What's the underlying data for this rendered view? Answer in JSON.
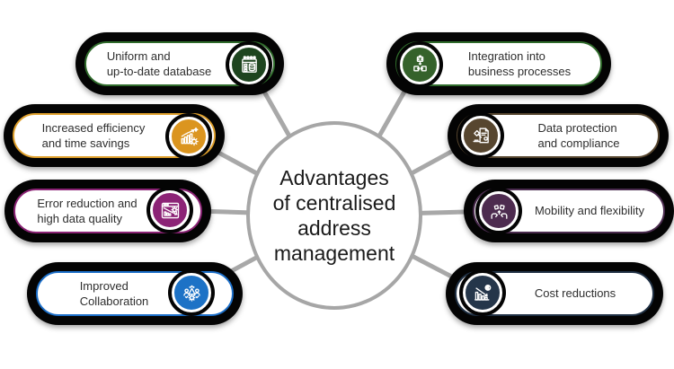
{
  "title": {
    "lines": [
      "Advantages",
      "of centralised",
      "address",
      "management"
    ]
  },
  "style": {
    "background": "#ffffff",
    "pill_fill": "#040404",
    "pill_inner_fill": "#ffffff",
    "connector_color": "#a8a8a8",
    "center_circle_border": "#a6a6a6",
    "center_text_color": "#1a1a1a",
    "item_text_color": "#2e2e2e",
    "icon_stroke": "#ffffff"
  },
  "items": [
    {
      "id": "uniform-database",
      "side": "left",
      "line1": "Uniform and",
      "line2": "up-to-date database",
      "accent": "#1e451f",
      "border": "#2f6b2b",
      "icon": "database-calendar-icon"
    },
    {
      "id": "efficiency",
      "side": "left",
      "line1": "Increased efficiency",
      "line2": "and time savings",
      "accent": "#db951f",
      "border": "#dfa02c",
      "icon": "growth-chart-icon"
    },
    {
      "id": "error-reduction",
      "side": "left",
      "line1": "Error reduction and",
      "line2": "high data quality",
      "accent": "#8c2376",
      "border": "#8b2375",
      "icon": "quality-chart-icon"
    },
    {
      "id": "collaboration",
      "side": "left",
      "line1": "Improved",
      "line2": "Collaboration",
      "accent": "#1d72c6",
      "border": "#1b6ec8",
      "icon": "collaboration-icon"
    },
    {
      "id": "integration",
      "side": "right",
      "line1": "Integration into",
      "line2": "business processes",
      "accent": "#35622b",
      "border": "#2f6b2b",
      "icon": "integration-icon"
    },
    {
      "id": "data-protection",
      "side": "right",
      "line1": "Data protection",
      "line2": "and compliance",
      "accent": "#57462f",
      "border": "#56452e",
      "icon": "compliance-icon"
    },
    {
      "id": "mobility",
      "side": "right",
      "line1": "Mobility and flexibility",
      "line2": "",
      "accent": "#4d2b4f",
      "border": "#4a2b4e",
      "icon": "mobility-icon"
    },
    {
      "id": "cost-reduction",
      "side": "right",
      "line1": "Cost reductions",
      "line2": "",
      "accent": "#25364a",
      "border": "#1f3044",
      "icon": "cost-reduction-icon"
    }
  ]
}
